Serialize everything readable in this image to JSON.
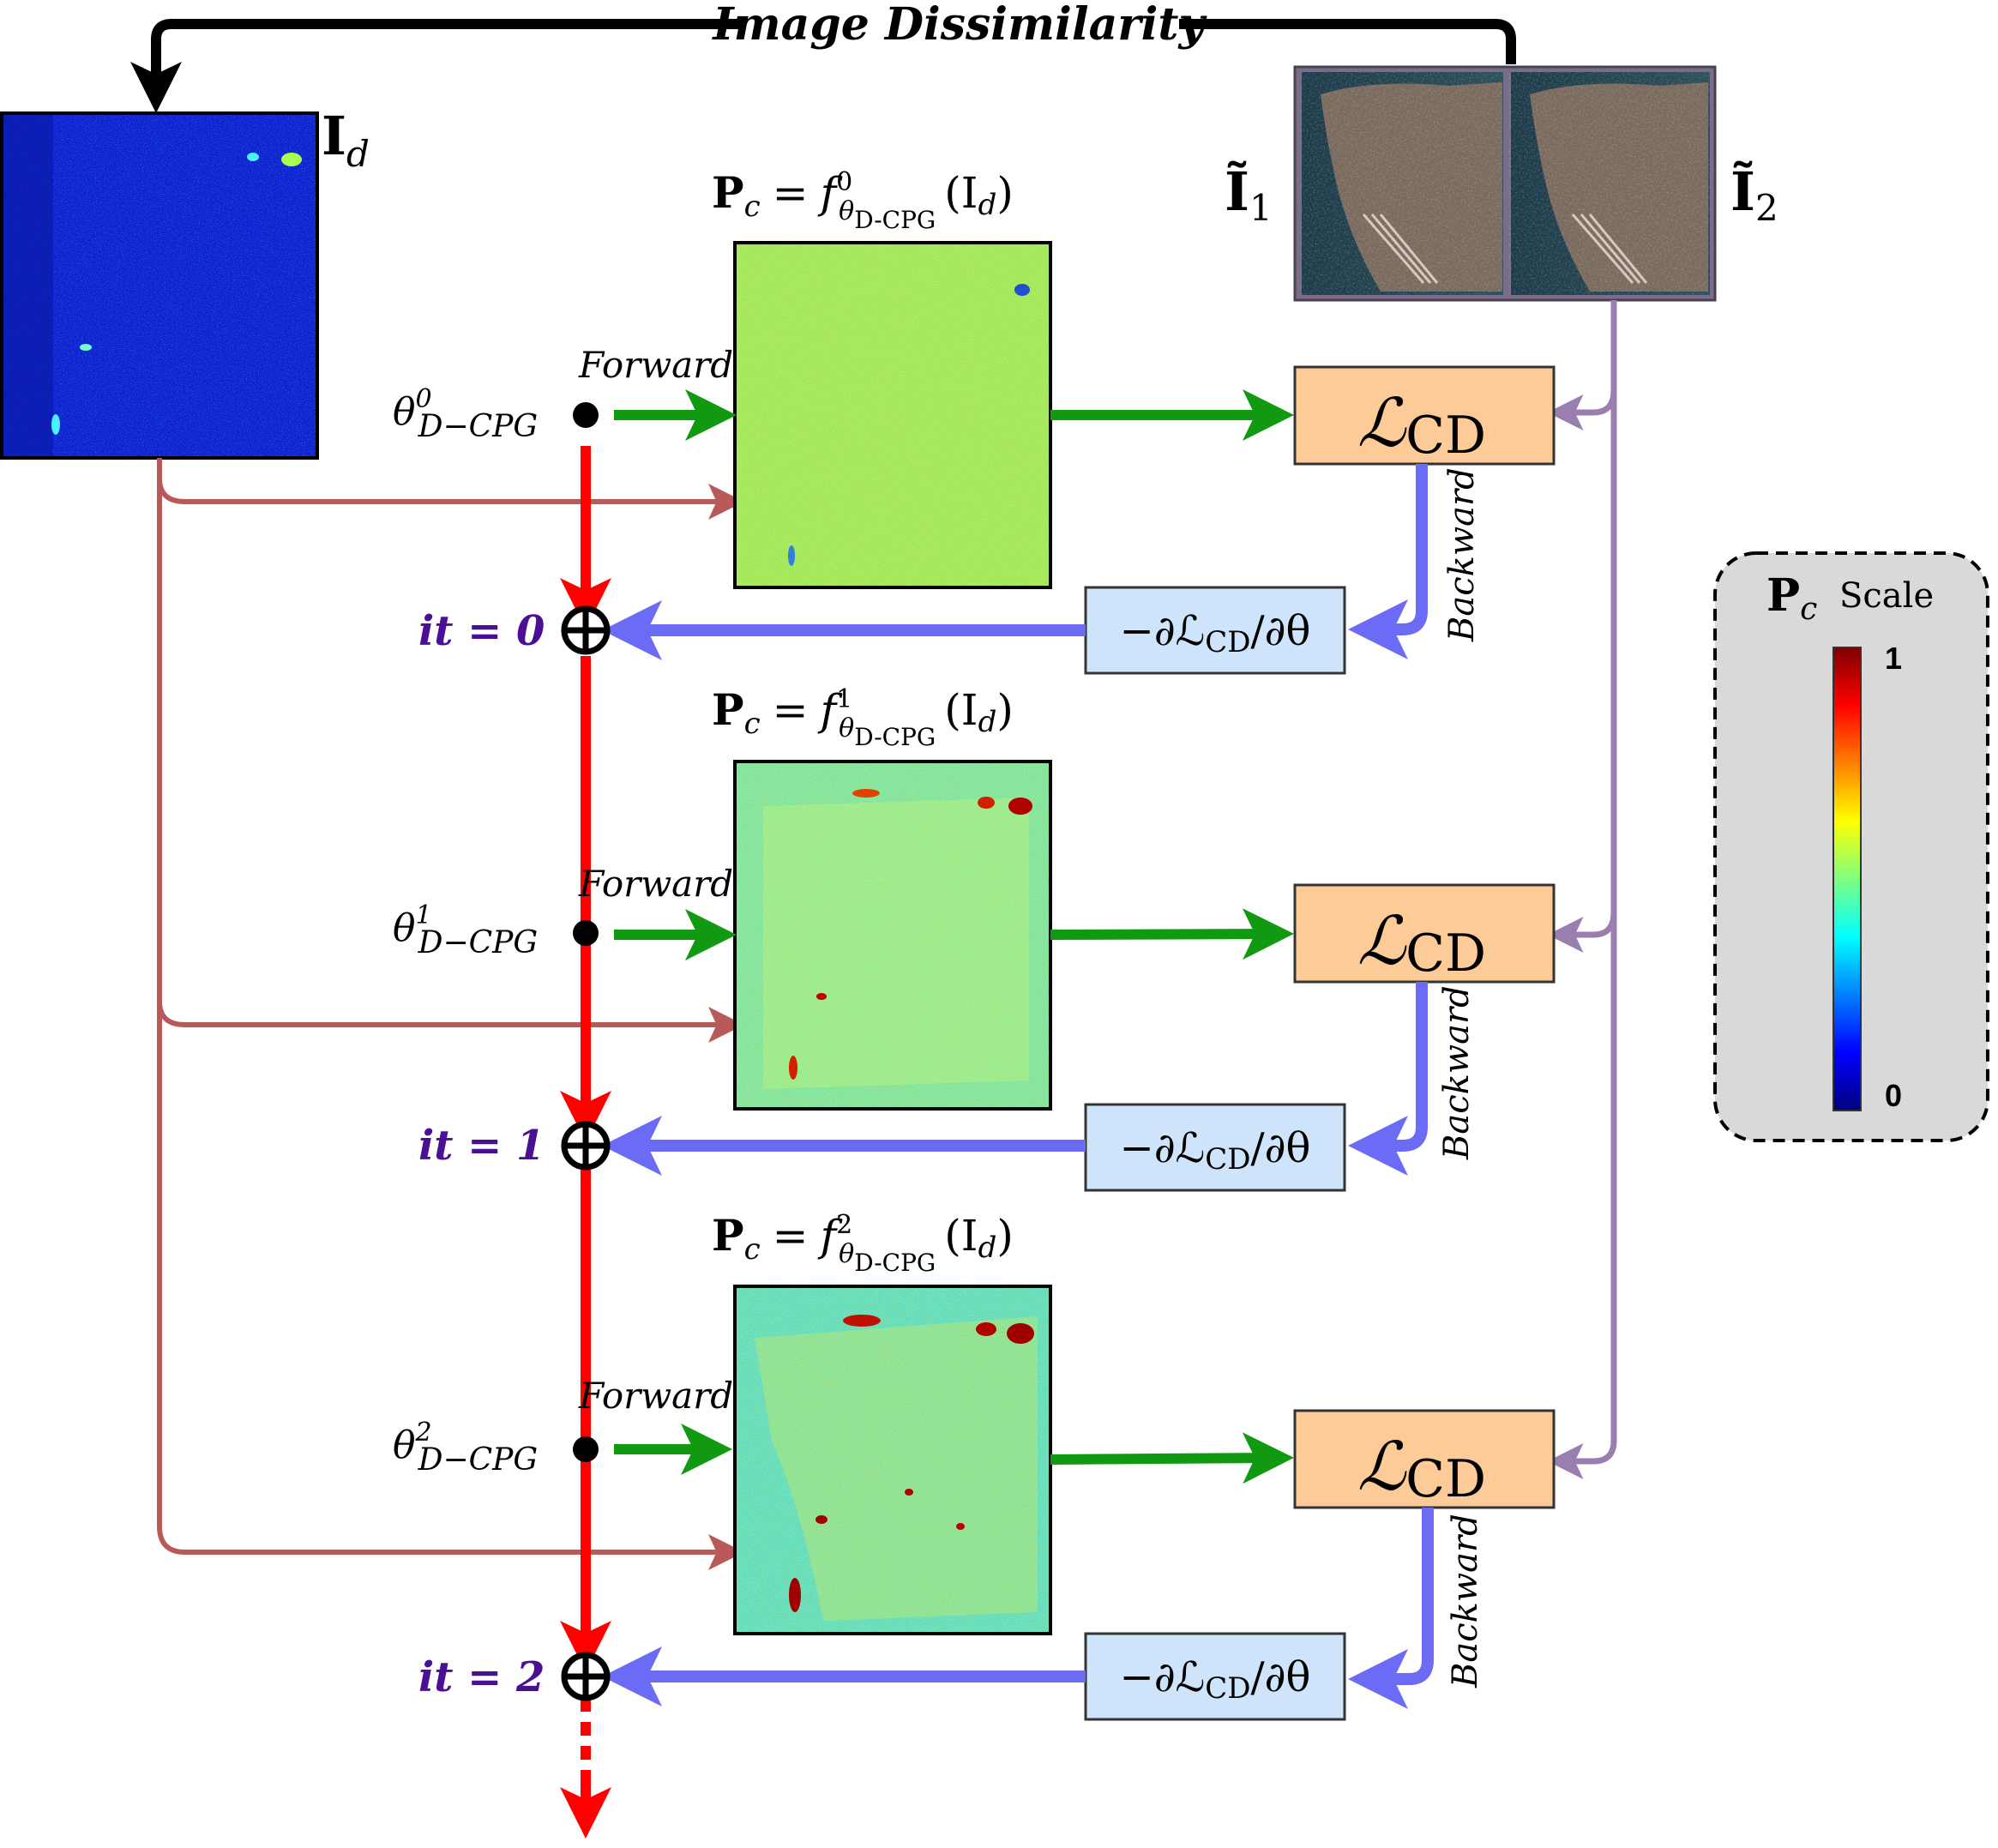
{
  "top_arrow": {
    "label": "Image Dissimilarity"
  },
  "dissimilarity_image": {
    "symbol": "I",
    "subscript": "d"
  },
  "input_images": [
    {
      "symbol": "Ĩ",
      "subscript": "1"
    },
    {
      "symbol": "Ĩ",
      "subscript": "2"
    }
  ],
  "iterations": [
    {
      "formula_lhs": "P",
      "formula_lhs_sub": "c",
      "formula_eq": "=",
      "formula_f": "f",
      "formula_sup": "0",
      "formula_sub": "θ",
      "formula_subsub": "D-CPG",
      "formula_arg": "(I",
      "formula_arg_sub": "d",
      "formula_arg_close": ")",
      "theta": "θ",
      "theta_sup": "0",
      "theta_sub": "D−CPG",
      "forward_label": "Forward",
      "loss": "ℒ",
      "loss_sub": "CD",
      "backward_label": "Backward",
      "gradient": "−∂ℒ",
      "gradient_sub": "CD",
      "gradient_tail": "/∂θ",
      "iteration_label": "it = 0"
    },
    {
      "formula_lhs": "P",
      "formula_lhs_sub": "c",
      "formula_eq": "=",
      "formula_f": "f",
      "formula_sup": "1",
      "formula_sub": "θ",
      "formula_subsub": "D-CPG",
      "formula_arg": "(I",
      "formula_arg_sub": "d",
      "formula_arg_close": ")",
      "theta": "θ",
      "theta_sup": "1",
      "theta_sub": "D−CPG",
      "forward_label": "Forward",
      "loss": "ℒ",
      "loss_sub": "CD",
      "backward_label": "Backward",
      "gradient": "−∂ℒ",
      "gradient_sub": "CD",
      "gradient_tail": "/∂θ",
      "iteration_label": "it = 1"
    },
    {
      "formula_lhs": "P",
      "formula_lhs_sub": "c",
      "formula_eq": "=",
      "formula_f": "f",
      "formula_sup": "2",
      "formula_sub": "θ",
      "formula_subsub": "D-CPG",
      "formula_arg": "(I",
      "formula_arg_sub": "d",
      "formula_arg_close": ")",
      "theta": "θ",
      "theta_sup": "2",
      "theta_sub": "D−CPG",
      "forward_label": "Forward",
      "loss": "ℒ",
      "loss_sub": "CD",
      "backward_label": "Backward",
      "gradient": "−∂ℒ",
      "gradient_sub": "CD",
      "gradient_tail": "/∂θ",
      "iteration_label": "it = 2"
    }
  ],
  "scale_legend": {
    "symbol": "P",
    "subscript": "c",
    "title": "Scale",
    "max_label": "1",
    "min_label": "0"
  },
  "colors": {
    "forward": "#119911",
    "backward": "#6b6bf5",
    "iteration_flow": "#ff0000",
    "input_feed": "#b85a5a",
    "image_feed": "#9a7eb0",
    "loss_box": "#fdcb97",
    "gradient_box": "#cde4fb",
    "iteration_text": "#4b0f96",
    "legend_bg": "#d9d9d9"
  }
}
